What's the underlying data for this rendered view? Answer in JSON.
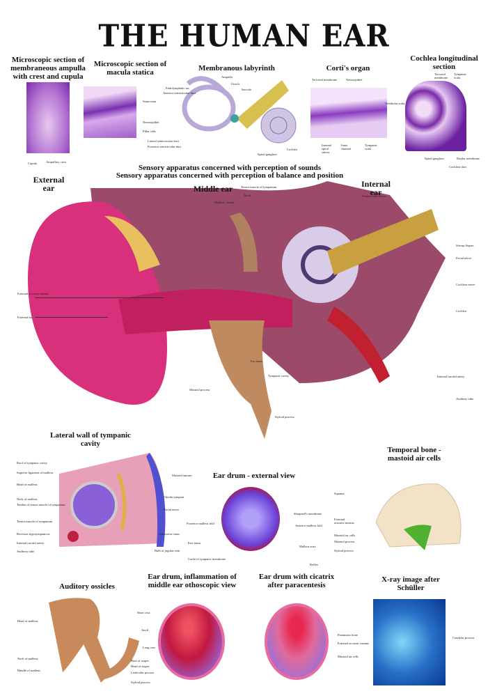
{
  "title": "THE HUMAN EAR",
  "sections": {
    "ampulla": {
      "title": "Microscopic section of membraneous ampulla with crest and cupula",
      "labels": [
        "Cupula",
        "Ampullary crest"
      ]
    },
    "macula": {
      "title": "Microscopic section of macula statica",
      "labels": [
        "Statoconia",
        "Neuroepithel",
        "Pillar cells"
      ]
    },
    "labyrinth": {
      "title": "Membranous labyrinth",
      "labels": [
        "Ampulla",
        "Utricle",
        "Saccule",
        "Endolymphatic sac",
        "Anterior semicircular duct",
        "Lateral semicircular duct",
        "Posterior semicircular duct",
        "Spiral ganglion",
        "Cochlea"
      ]
    },
    "corti": {
      "title": "Corti's organ",
      "labels": [
        "Tectorial membrane",
        "Neuroepithel",
        "Internal spiral sulcus",
        "Inner channel",
        "Tympanic scala"
      ]
    },
    "cochlea": {
      "title": "Cochlea longitudinal section",
      "labels": [
        "Tectorial membrane",
        "Tympanic scala",
        "Vestibular scala",
        "Spiral ganglion",
        "Basilar membrane",
        "Cochlear duct"
      ]
    },
    "sensory": {
      "line1": "Sensory apparatus concerned with perception of sounds",
      "line2": "Sensory apparatus concerned with perception of balance and position"
    },
    "main": {
      "external_ear": "External ear",
      "middle_ear": "Middle ear",
      "internal_ear": "Internal ear",
      "labels": [
        "External acoustic meatus",
        "External ear",
        "Tensor muscle of tympanum",
        "Anvil",
        "Malleus / heads",
        "Ear drum",
        "Tympanic cavity",
        "Mastoid process",
        "Styloid process",
        "Semicircular ducts",
        "Stirrup Stapes",
        "Facial nerve",
        "Cochlear nerve",
        "Cochlea",
        "Internal carotid artery",
        "Auditory tube"
      ]
    },
    "lateral_wall": {
      "title": "Lateral wall of tympanic cavity",
      "labels": [
        "Roof of tympanic cavity",
        "Superior ligament of malleus",
        "Head of malleus",
        "Neck of malleus",
        "Tendon of tensor muscle of tympanum",
        "Tensor muscle of tympanum",
        "Recessus hypotympanicus",
        "Internal carotid artery",
        "Auditory tube",
        "Mastoid antrum",
        "Chorda tympani",
        "Facial nerve",
        "Transverse sinus",
        "Bulb of jugular vein"
      ]
    },
    "eardrum": {
      "title": "Ear drum - external view",
      "labels": [
        "Posterior malleus fold",
        "Pars tensa",
        "Cardo of tympanic membrane",
        "Shrapnell's membrane",
        "Anterior malleus fold",
        "Malleus stria",
        "Reflex"
      ]
    },
    "temporal": {
      "title": "Temporal bone - mastoid air cells",
      "labels": [
        "Squama",
        "External acoustic meatus",
        "Mastoid air cells",
        "Mastoid process",
        "Styloid process"
      ]
    },
    "ossicles": {
      "title": "Auditory ossicles",
      "labels": [
        "Head of malleus",
        "Neck of malleus",
        "Handle of malleus",
        "Short crus",
        "Anvil",
        "Long crus",
        "Base of stapes",
        "Head of stapes",
        "Lenticular process",
        "Styloid process"
      ]
    },
    "inflammation": {
      "title": "Ear drum, inflammation of middle ear othoscopic view"
    },
    "cicatrix": {
      "title": "Ear drum with cicatrix after paracentesis"
    },
    "xray": {
      "title": "X-ray image after Schüller",
      "labels": [
        "Pneumatic bone",
        "External acoustic meatus",
        "Mastoid air cells",
        "Condylar process"
      ]
    }
  }
}
